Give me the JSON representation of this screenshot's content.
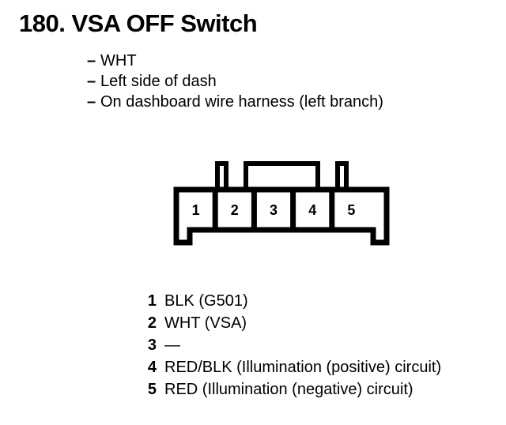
{
  "page": {
    "title": "180. VSA OFF Switch",
    "background_color": "#ffffff",
    "ink_color": "#000000"
  },
  "description": {
    "dash": "–",
    "items": [
      {
        "text": "WHT"
      },
      {
        "text": "Left side of dash"
      },
      {
        "text": "On dashboard wire harness (left branch)"
      }
    ]
  },
  "connector": {
    "cavity_count": 5,
    "cavity_labels": [
      "1",
      "2",
      "3",
      "4",
      "5"
    ]
  },
  "pin_legend": [
    {
      "number": "1",
      "description": "BLK (G501)"
    },
    {
      "number": "2",
      "description": "WHT (VSA)"
    },
    {
      "number": "3",
      "description": "—"
    },
    {
      "number": "4",
      "description": "RED/BLK (Illumination (positive) circuit)"
    },
    {
      "number": "5",
      "description": "RED (Illumination (negative) circuit)"
    }
  ]
}
